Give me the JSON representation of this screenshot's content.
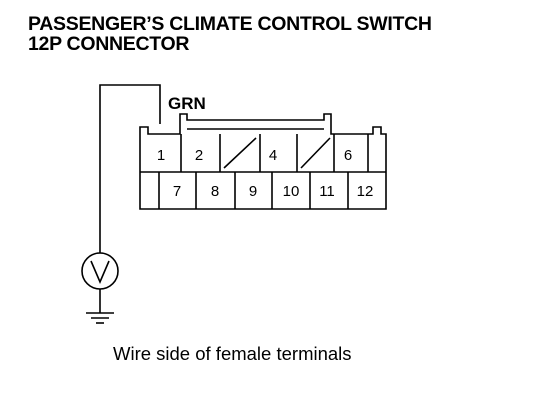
{
  "title": {
    "line1": "PASSENGER’S CLIMATE CONTROL SWITCH",
    "line2": "12P CONNECTOR"
  },
  "wire_color": "GRN",
  "connector": {
    "top_row": [
      {
        "pin": "1",
        "empty": false
      },
      {
        "pin": "2",
        "empty": false
      },
      {
        "pin": "",
        "empty": true
      },
      {
        "pin": "4",
        "empty": false
      },
      {
        "pin": "",
        "empty": true
      },
      {
        "pin": "6",
        "empty": false
      }
    ],
    "bottom_row": [
      {
        "pin": "7"
      },
      {
        "pin": "8"
      },
      {
        "pin": "9"
      },
      {
        "pin": "10"
      },
      {
        "pin": "11"
      },
      {
        "pin": "12"
      }
    ]
  },
  "meter": {
    "symbol": "V",
    "icon": "voltmeter-icon",
    "ground_icon": "ground-icon"
  },
  "caption": "Wire side of female terminals",
  "colors": {
    "ink": "#000000",
    "background": "#ffffff"
  }
}
